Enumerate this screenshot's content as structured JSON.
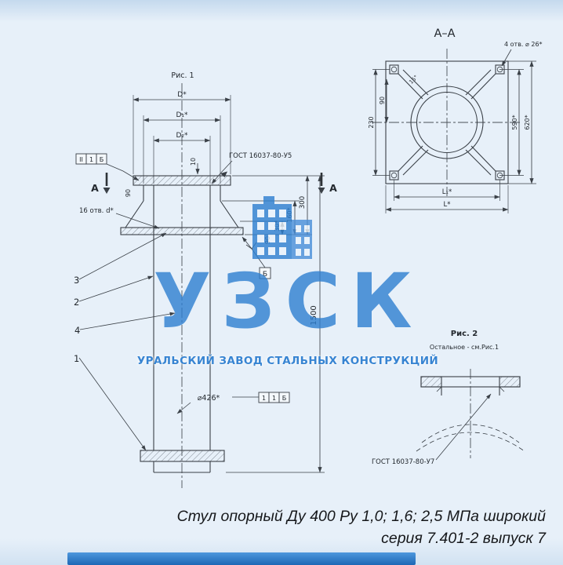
{
  "figure1": {
    "label": "Рис. 1",
    "section_letter": "А",
    "dim_D": "D*",
    "dim_D1": "D₁*",
    "dim_D2": "D₂*",
    "dim_10": "10",
    "dim_90_left": "90",
    "holes_note": "16 отв. d*",
    "weld_note": "ГОСТ 16037-80-У5",
    "flag_top": [
      "II",
      "1",
      "Б"
    ],
    "flag_mid": [
      "1",
      "1",
      "Б"
    ],
    "b_flag": "Б",
    "dim_300": "300",
    "dim_160": "160*",
    "dim_30": "30*",
    "dim_90": "90",
    "dim_1500": "1500",
    "dim_d426": "⌀426*",
    "part_3": "3",
    "part_2": "2",
    "part_4": "4",
    "part_1": "1"
  },
  "sectionAA": {
    "title": "А–А",
    "holes_note": "4 отв. ⌀ 26*",
    "dim_230": "230",
    "dim_90": "90",
    "dim_590": "590*",
    "dim_620": "620*",
    "dim_L1": "L₁*",
    "dim_L": "L*",
    "angle": "15°"
  },
  "figure2": {
    "label": "Рис. 2",
    "note": "Остальное - см.Рис.1",
    "weld_note": "ГОСТ 16037-80-У7"
  },
  "watermark": {
    "logo_text": "УЗСК",
    "subtitle": "УРАЛЬСКИЙ ЗАВОД СТАЛЬНЫХ КОНСТРУКЦИЙ"
  },
  "caption": {
    "line1": "Стул опорный Ду 400 Ру 1,0; 1,6; 2,5 МПа широкий",
    "line2": "серия 7.401-2 выпуск 7"
  }
}
